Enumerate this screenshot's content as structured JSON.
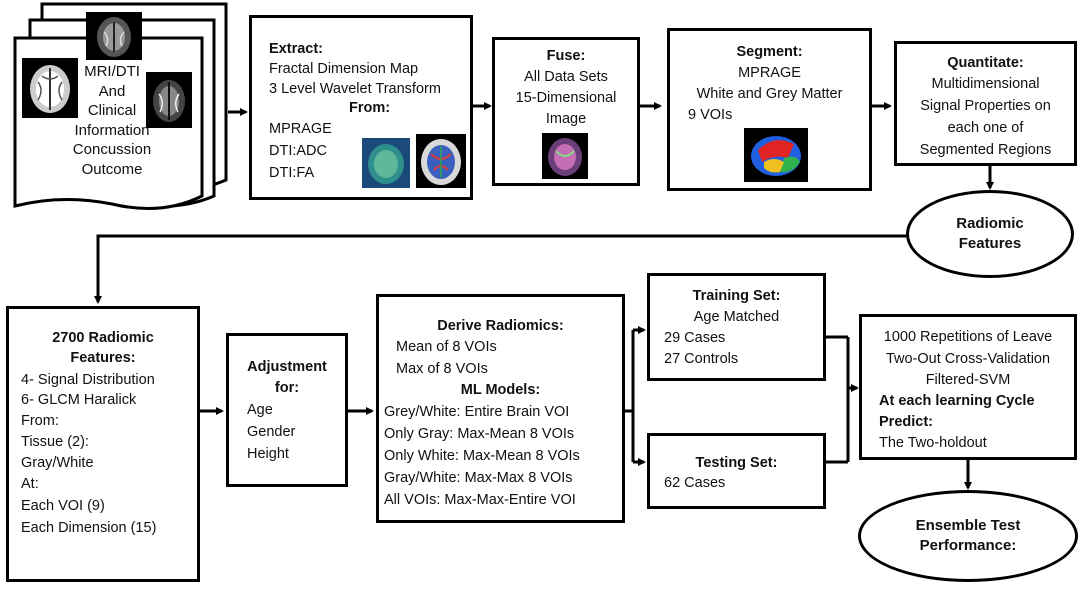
{
  "input": {
    "lines": [
      "MRI/DTI",
      "And",
      "Clinical",
      "Information",
      "Concussion",
      "Outcome"
    ]
  },
  "extract": {
    "title": "Extract:",
    "line1": "Fractal Dimension Map",
    "line2": "3 Level Wavelet Transform",
    "from_title": "From:",
    "sources": [
      "MPRAGE",
      "DTI:ADC",
      "DTI:FA"
    ]
  },
  "fuse": {
    "title": "Fuse:",
    "lines": [
      "All Data Sets",
      "15-Dimensional",
      "Image"
    ]
  },
  "segment": {
    "title": "Segment:",
    "lines": [
      "MPRAGE",
      "White and Grey Matter",
      "9 VOIs"
    ]
  },
  "quantitate": {
    "title": "Quantitate:",
    "lines": [
      "Multidimensional",
      "Signal Properties on",
      "each one of",
      "Segmented Regions"
    ]
  },
  "radiomic_features_node": {
    "lines": [
      "Radiomic",
      "Features"
    ]
  },
  "features_2700": {
    "title_lines": [
      "2700 Radiomic",
      "Features:"
    ],
    "lines": [
      "4- Signal Distribution",
      "6- GLCM Haralick",
      "From:",
      "Tissue (2):",
      "Gray/White",
      "At:",
      "Each VOI (9)",
      "Each Dimension (15)"
    ]
  },
  "adjustment": {
    "title_lines": [
      "Adjustment",
      "for:"
    ],
    "lines": [
      "Age",
      "Gender",
      "Height"
    ]
  },
  "derive": {
    "title": "Derive Radiomics:",
    "lines": [
      "Mean of 8 VOIs",
      "Max of 8 VOIs"
    ],
    "models_title": "ML Models:",
    "models": [
      "Grey/White: Entire Brain VOI",
      "Only Gray: Max-Mean 8 VOIs",
      "Only White: Max-Mean 8 VOIs",
      "Gray/White: Max-Max 8 VOIs",
      "All VOIs: Max-Max-Entire VOI"
    ]
  },
  "training": {
    "title": "Training Set:",
    "lines": [
      "Age Matched",
      "29 Cases",
      "27 Controls"
    ]
  },
  "testing": {
    "title": "Testing Set:",
    "lines": [
      "62 Cases"
    ]
  },
  "repetitions": {
    "lines": [
      "1000 Repetitions of Leave",
      "Two-Out Cross-Validation",
      "Filtered-SVM"
    ],
    "bold_lines": [
      "At each learning Cycle",
      "Predict:"
    ],
    "last": "The Two-holdout"
  },
  "ensemble": {
    "lines": [
      "Ensemble Test",
      "Performance:"
    ]
  }
}
